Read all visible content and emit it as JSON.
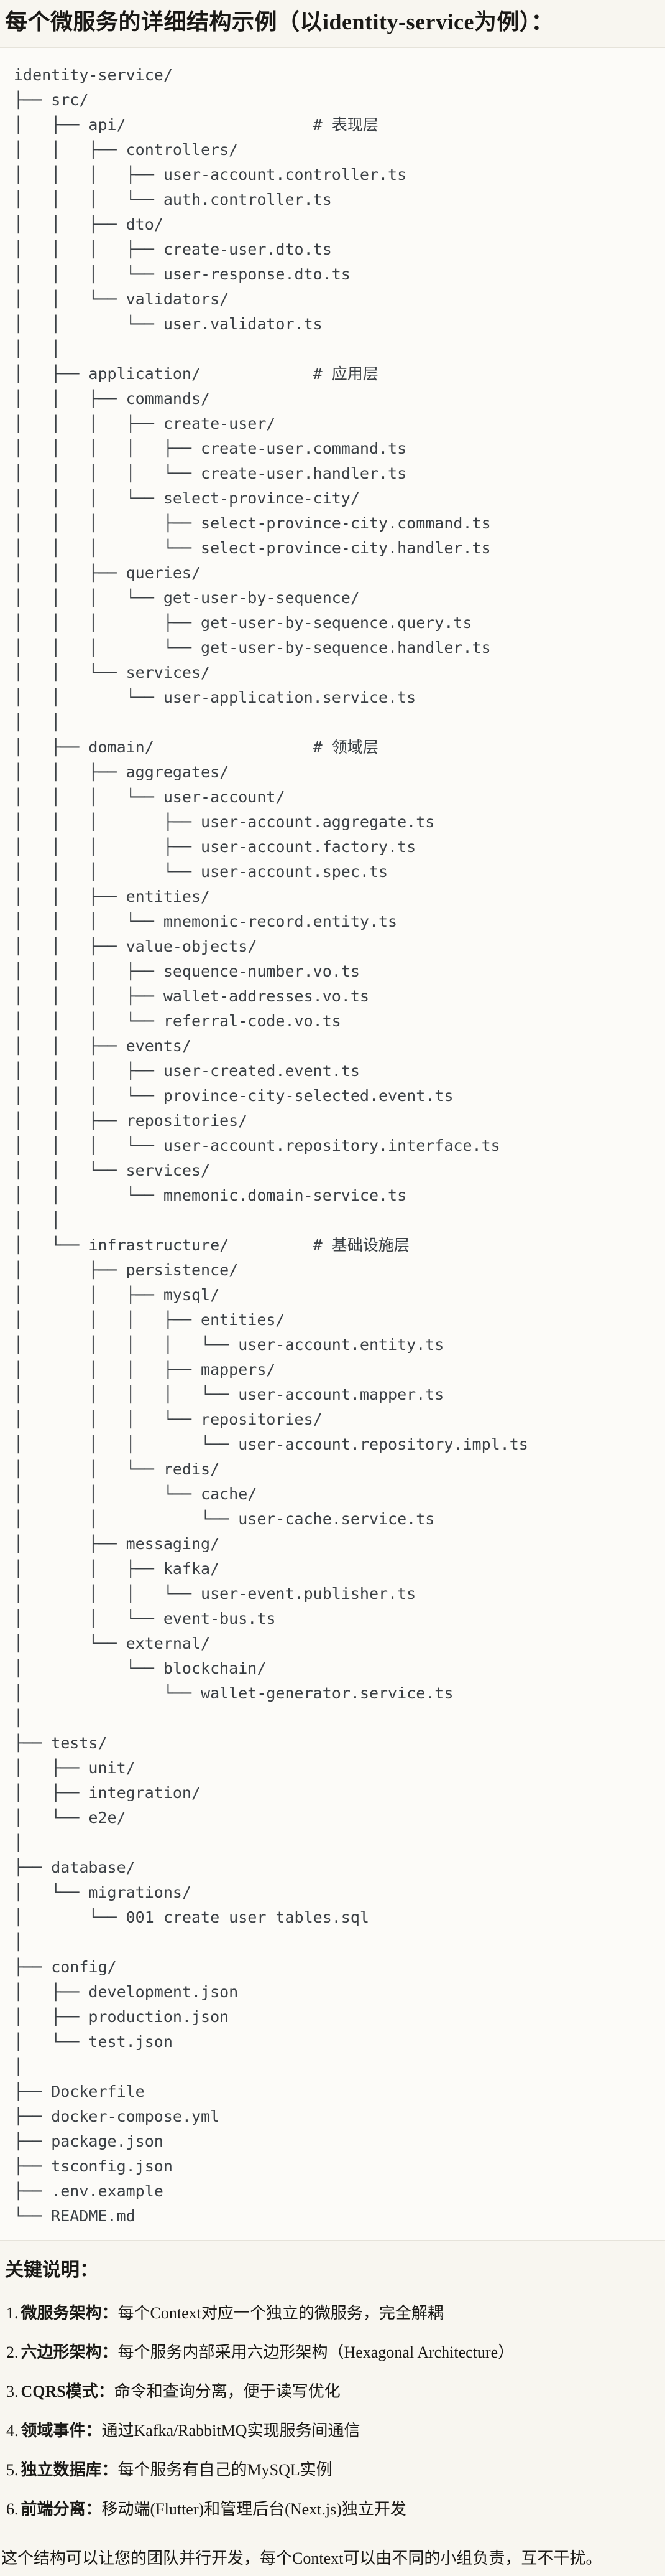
{
  "page": {
    "title": "每个微服务的详细结构示例（以identity-service为例）："
  },
  "colors": {
    "page_background": "#f8f6f0",
    "code_background": "#fcfbf8",
    "code_border": "#e6e3da",
    "tree_text": "#3b4045",
    "body_text": "#1a1916"
  },
  "code_block": {
    "lines": [
      "identity-service/",
      "├── src/",
      "│   ├── api/                    # 表现层",
      "│   │   ├── controllers/",
      "│   │   │   ├── user-account.controller.ts",
      "│   │   │   └── auth.controller.ts",
      "│   │   ├── dto/",
      "│   │   │   ├── create-user.dto.ts",
      "│   │   │   └── user-response.dto.ts",
      "│   │   └── validators/",
      "│   │       └── user.validator.ts",
      "│   │",
      "│   ├── application/            # 应用层",
      "│   │   ├── commands/",
      "│   │   │   ├── create-user/",
      "│   │   │   │   ├── create-user.command.ts",
      "│   │   │   │   └── create-user.handler.ts",
      "│   │   │   └── select-province-city/",
      "│   │   │       ├── select-province-city.command.ts",
      "│   │   │       └── select-province-city.handler.ts",
      "│   │   ├── queries/",
      "│   │   │   └── get-user-by-sequence/",
      "│   │   │       ├── get-user-by-sequence.query.ts",
      "│   │   │       └── get-user-by-sequence.handler.ts",
      "│   │   └── services/",
      "│   │       └── user-application.service.ts",
      "│   │",
      "│   ├── domain/                 # 领域层",
      "│   │   ├── aggregates/",
      "│   │   │   └── user-account/",
      "│   │   │       ├── user-account.aggregate.ts",
      "│   │   │       ├── user-account.factory.ts",
      "│   │   │       └── user-account.spec.ts",
      "│   │   ├── entities/",
      "│   │   │   └── mnemonic-record.entity.ts",
      "│   │   ├── value-objects/",
      "│   │   │   ├── sequence-number.vo.ts",
      "│   │   │   ├── wallet-addresses.vo.ts",
      "│   │   │   └── referral-code.vo.ts",
      "│   │   ├── events/",
      "│   │   │   ├── user-created.event.ts",
      "│   │   │   └── province-city-selected.event.ts",
      "│   │   ├── repositories/",
      "│   │   │   └── user-account.repository.interface.ts",
      "│   │   └── services/",
      "│   │       └── mnemonic.domain-service.ts",
      "│   │",
      "│   └── infrastructure/         # 基础设施层",
      "│       ├── persistence/",
      "│       │   ├── mysql/",
      "│       │   │   ├── entities/",
      "│       │   │   │   └── user-account.entity.ts",
      "│       │   │   ├── mappers/",
      "│       │   │   │   └── user-account.mapper.ts",
      "│       │   │   └── repositories/",
      "│       │   │       └── user-account.repository.impl.ts",
      "│       │   └── redis/",
      "│       │       └── cache/",
      "│       │           └── user-cache.service.ts",
      "│       ├── messaging/",
      "│       │   ├── kafka/",
      "│       │   │   └── user-event.publisher.ts",
      "│       │   └── event-bus.ts",
      "│       └── external/",
      "│           └── blockchain/",
      "│               └── wallet-generator.service.ts",
      "│",
      "├── tests/",
      "│   ├── unit/",
      "│   ├── integration/",
      "│   └── e2e/",
      "│",
      "├── database/",
      "│   └── migrations/",
      "│       └── 001_create_user_tables.sql",
      "│",
      "├── config/",
      "│   ├── development.json",
      "│   ├── production.json",
      "│   └── test.json",
      "│",
      "├── Dockerfile",
      "├── docker-compose.yml",
      "├── package.json",
      "├── tsconfig.json",
      "├── .env.example",
      "└── README.md"
    ]
  },
  "notes": {
    "heading": "关键说明：",
    "items": [
      {
        "num": "1.",
        "term": "微服务架构：",
        "desc": "每个Context对应一个独立的微服务，完全解耦"
      },
      {
        "num": "2.",
        "term": "六边形架构：",
        "desc": "每个服务内部采用六边形架构（Hexagonal Architecture）"
      },
      {
        "num": "3.",
        "term": "CQRS模式：",
        "desc": "命令和查询分离，便于读写优化"
      },
      {
        "num": "4.",
        "term": "领域事件：",
        "desc": "通过Kafka/RabbitMQ实现服务间通信"
      },
      {
        "num": "5.",
        "term": "独立数据库：",
        "desc": "每个服务有自己的MySQL实例"
      },
      {
        "num": "6.",
        "term": "前端分离：",
        "desc": "移动端(Flutter)和管理后台(Next.js)独立开发"
      }
    ],
    "footer": "这个结构可以让您的团队并行开发，每个Context可以由不同的小组负责，互不干扰。"
  }
}
